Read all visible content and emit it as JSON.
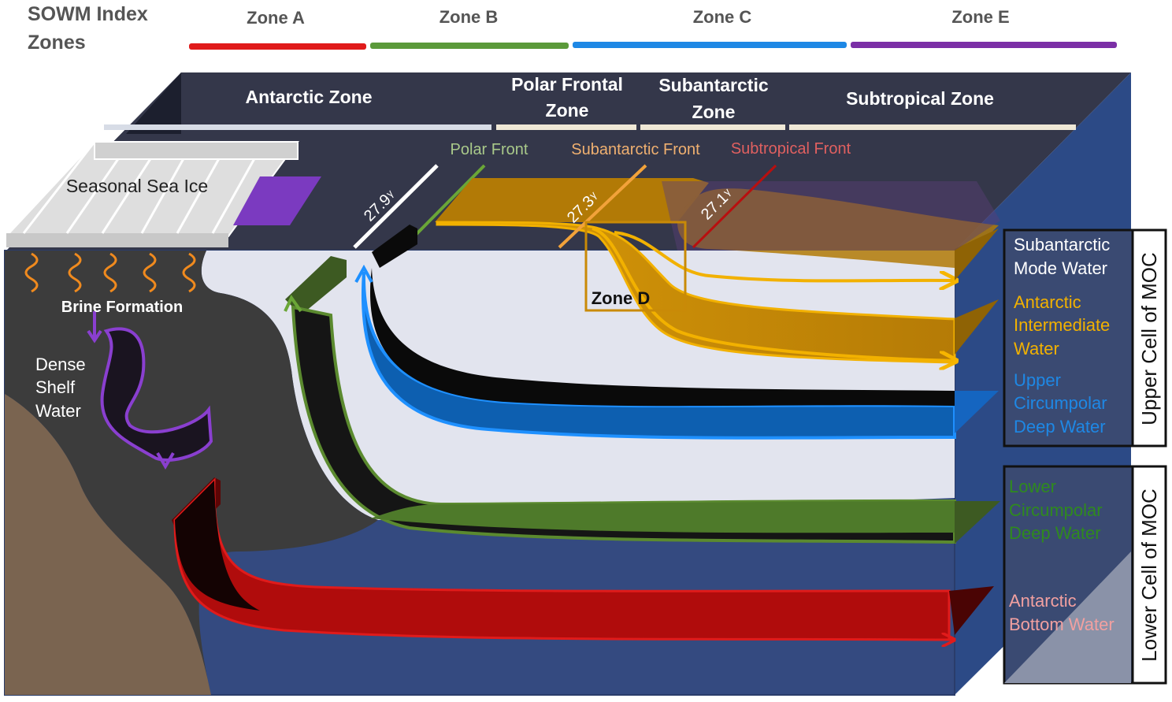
{
  "header": {
    "line1": "SOWM Index",
    "line2": "Zones"
  },
  "index_zones": [
    {
      "label": "Zone A",
      "color": "#e01b1b"
    },
    {
      "label": "Zone B",
      "color": "#5b9a3a"
    },
    {
      "label": "Zone C",
      "color": "#1e88e5"
    },
    {
      "label": "Zone E",
      "color": "#7b2fa6"
    }
  ],
  "ocean_zones": {
    "antarctic": "Antarctic Zone",
    "polar_frontal_1": "Polar Frontal",
    "polar_frontal_2": "Zone",
    "subantarctic_1": "Subantarctic",
    "subantarctic_2": "Zone",
    "subtropical": "Subtropical Zone"
  },
  "fronts": {
    "polar": "Polar Front",
    "subantarctic": "Subantarctic Front",
    "subtropical": "Subtropical Front"
  },
  "isopycnals": {
    "a": "27.9",
    "b": "27.3",
    "c": "27.1",
    "symbol": "γ"
  },
  "labels": {
    "sea_ice": "Seasonal Sea Ice",
    "brine": "Brine Formation",
    "dense_1": "Dense",
    "dense_2": "Shelf",
    "dense_3": "Water",
    "zone_d": "Zone D"
  },
  "water_masses": {
    "samw_1": "Subantarctic",
    "samw_2": "Mode Water",
    "aaiw_1": "Antarctic",
    "aaiw_2": "Intermediate",
    "aaiw_3": "Water",
    "ucdw_1": "Upper",
    "ucdw_2": "Circumpolar",
    "ucdw_3": "Deep Water",
    "lcdw_1": "Lower",
    "lcdw_2": "Circumpolar",
    "lcdw_3": "Deep Water",
    "aabw_1": "Antarctic",
    "aabw_2": "Bottom Water"
  },
  "cells": {
    "upper": "Upper Cell of MOC",
    "lower": "Lower Cell of MOC"
  },
  "colors": {
    "top_face": "#34374a",
    "side_face": "#2c4a86",
    "front_face": "#344a80",
    "water_light": "#e2e4ee",
    "shelf": "#3c3c3c",
    "seabed": "#7a6450",
    "orange": "#e2a10a",
    "blue": "#1976d2",
    "green": "#4e7a2a",
    "red": "#c40f0f",
    "purple": "#7b3ac0"
  }
}
